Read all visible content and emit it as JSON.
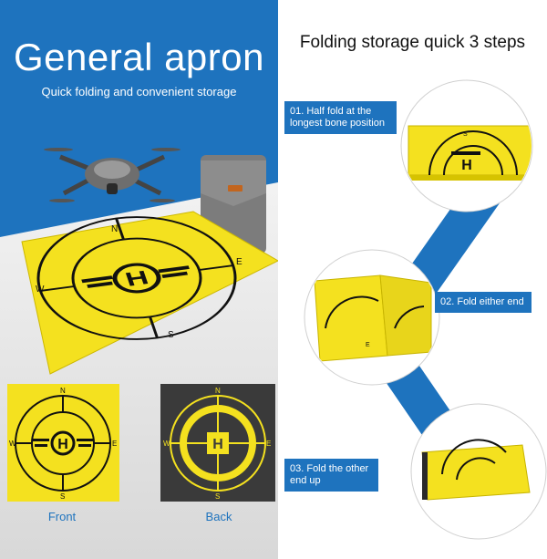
{
  "left": {
    "title": "General apron",
    "subtitle": "Quick folding and convenient storage",
    "compass": {
      "north": "N",
      "south": "S",
      "east": "E",
      "west": "W",
      "center": "H"
    },
    "captions": {
      "front": "Front",
      "back": "Back"
    }
  },
  "right": {
    "title": "Folding storage quick 3 steps",
    "steps": [
      {
        "label": "01. Half fold at the longest bone position"
      },
      {
        "label": "02. Fold either end"
      },
      {
        "label": "03. Fold the other end up"
      }
    ]
  },
  "colors": {
    "blue": "#1e73be",
    "yellow": "#f4e11f",
    "dark": "#3a3a3a",
    "felt": "#7c7c7c"
  }
}
